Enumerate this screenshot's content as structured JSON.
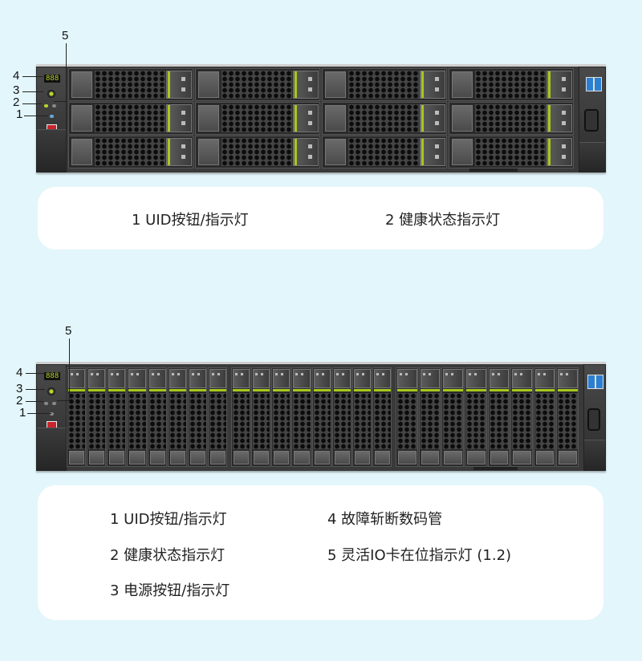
{
  "server_12bay": {
    "callouts": [
      "1",
      "2",
      "3",
      "4",
      "5"
    ],
    "display_text": "888",
    "bay_columns": 4,
    "bay_rows": 3
  },
  "server_24bay": {
    "callouts": [
      "1",
      "2",
      "3",
      "4",
      "5"
    ],
    "display_text": "888",
    "bay_groups": 3,
    "bays_per_group": 8
  },
  "legend_12bay": [
    {
      "label": "1 UID按钮/指示灯"
    },
    {
      "label": "2 健康状态指示灯"
    }
  ],
  "legend_24bay": [
    {
      "label": "1 UID按钮/指示灯"
    },
    {
      "label": "2 健康状态指示灯"
    },
    {
      "label": "3 电源按钮/指示灯"
    },
    {
      "label": "4 故障斩断数码管"
    },
    {
      "label": "5 灵活IO卡在位指示灯 (1.2)"
    }
  ],
  "colors": {
    "background": "#e3f6fb",
    "accent_green": "#a7c81e",
    "usb_blue": "#2c7fd0"
  }
}
